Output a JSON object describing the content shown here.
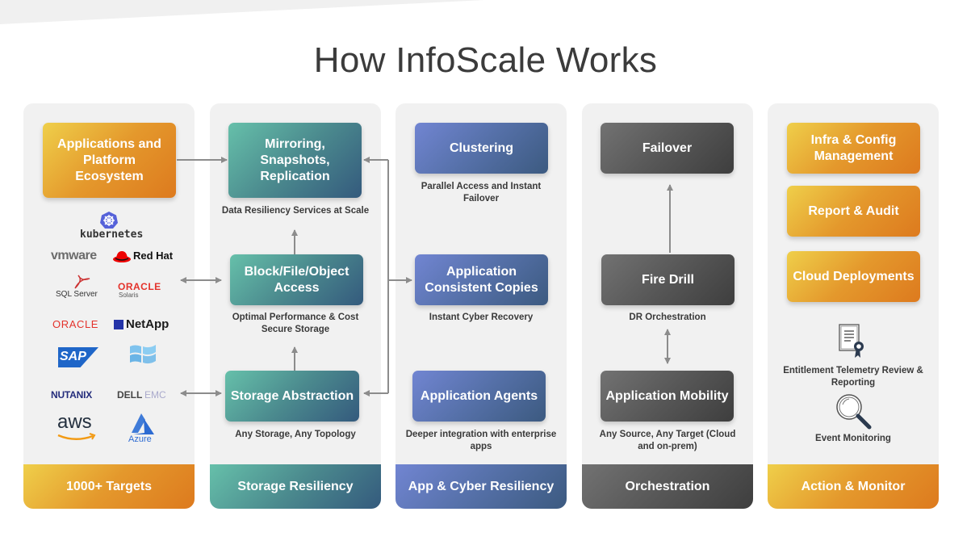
{
  "title": "How InfoScale Works",
  "colors": {
    "orange_start": "#efcf4a",
    "orange_end": "#dd7a1e",
    "teal_start": "#66c0aa",
    "teal_end": "#345a7d",
    "blue_start": "#7185d2",
    "blue_end": "#3c5a80",
    "gray_start": "#727272",
    "gray_end": "#3e3e3e",
    "panel_bg": "#f1f1f1",
    "arrow": "#8c8c8c"
  },
  "columns": {
    "targets": {
      "footer": "1000+ Targets",
      "box": "Applications and Platform Ecosystem",
      "logos": {
        "kubernetes": "kubernetes",
        "vmware": "vmware",
        "redhat": "Red Hat",
        "sqlserver": "SQL Server",
        "oracle_solaris": "ORACLE",
        "solaris": "Solaris",
        "oracle": "ORACLE",
        "netapp": "NetApp",
        "sap": "SAP",
        "nutanix": "NUTANIX",
        "dell": "DELL",
        "emc": "EMC",
        "aws": "aws",
        "azure": "Azure"
      }
    },
    "storage": {
      "footer": "Storage Resiliency",
      "boxes": [
        {
          "label": "Mirroring, Snapshots, Replication",
          "caption": "Data Resiliency Services at Scale"
        },
        {
          "label": "Block/File/Object Access",
          "caption": "Optimal Performance & Cost Secure Storage"
        },
        {
          "label": "Storage Abstraction",
          "caption": "Any Storage, Any Topology"
        }
      ]
    },
    "app_cyber": {
      "footer": "App & Cyber Resiliency",
      "boxes": [
        {
          "label": "Clustering",
          "caption": "Parallel Access and Instant Failover"
        },
        {
          "label": "Application Consistent Copies",
          "caption": "Instant Cyber Recovery"
        },
        {
          "label": "Application Agents",
          "caption": "Deeper integration with enterprise apps"
        }
      ]
    },
    "orchestration": {
      "footer": "Orchestration",
      "boxes": [
        {
          "label": "Failover",
          "caption": ""
        },
        {
          "label": "Fire Drill",
          "caption": "DR Orchestration"
        },
        {
          "label": "Application Mobility",
          "caption": "Any Source, Any Target (Cloud and on-prem)"
        }
      ]
    },
    "action_monitor": {
      "footer": "Action & Monitor",
      "boxes": [
        {
          "label": "Infra & Config Management"
        },
        {
          "label": "Report & Audit"
        },
        {
          "label": "Cloud Deployments"
        }
      ],
      "items": [
        {
          "icon": "certificate-icon",
          "label": "Entitlement Telemetry Review &  Reporting"
        },
        {
          "icon": "magnifier-icon",
          "label": "Event Monitoring"
        }
      ]
    }
  }
}
